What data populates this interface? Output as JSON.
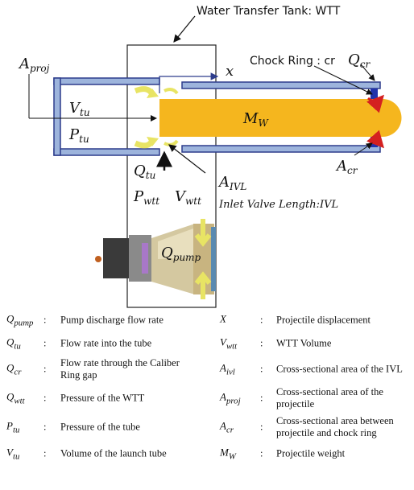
{
  "diagram": {
    "title": "Water Transfer Tank: WTT",
    "chock_ring_label": "Chock Ring : cr",
    "inlet_valve_label": "Inlet Valve Length:IVL",
    "x_label": "x",
    "symbols": {
      "A_proj": {
        "base": "A",
        "sub": "proj"
      },
      "V_tu": {
        "base": "V",
        "sub": "tu"
      },
      "P_tu": {
        "base": "P",
        "sub": "tu"
      },
      "Q_tu": {
        "base": "Q",
        "sub": "tu"
      },
      "A_IVL": {
        "base": "A",
        "sub": "IVL"
      },
      "P_wtt": {
        "base": "P",
        "sub": "wtt"
      },
      "V_wtt": {
        "base": "V",
        "sub": "wtt"
      },
      "Q_pump": {
        "base": "Q",
        "sub": "pump"
      },
      "M_W": {
        "base": "M",
        "sub": "W"
      },
      "Q_cr": {
        "base": "Q",
        "sub": "cr"
      },
      "A_cr": {
        "base": "A",
        "sub": "cr"
      }
    },
    "colors": {
      "tube_fill": "#9db4dc",
      "tube_stroke": "#2d3c8c",
      "projectile": "#f5b61e",
      "flow_arrow": "#e8e464",
      "ring_red": "#d42020",
      "ring_blue": "#2233aa"
    }
  },
  "legend": [
    {
      "l_sym": "Q",
      "l_sub": "pump",
      "l_desc": "Pump discharge flow rate",
      "r_sym": "X",
      "r_sub": "",
      "r_desc": "Projectile displacement"
    },
    {
      "l_sym": "Q",
      "l_sub": "tu",
      "l_desc": "Flow rate into the tube",
      "r_sym": "V",
      "r_sub": "wtt",
      "r_desc": "WTT Volume"
    },
    {
      "l_sym": "Q",
      "l_sub": "cr",
      "l_desc": "Flow rate through the Caliber Ring gap",
      "r_sym": "A",
      "r_sub": "ivl",
      "r_desc": "Cross-sectional area of the IVL"
    },
    {
      "l_sym": "Q",
      "l_sub": "wtt",
      "l_desc": "Pressure of the WTT",
      "r_sym": "A",
      "r_sub": "proj",
      "r_desc": "Cross-sectional area of the projectile"
    },
    {
      "l_sym": "P",
      "l_sub": "tu",
      "l_desc": "Pressure of the tube",
      "r_sym": "A",
      "r_sub": "cr",
      "r_desc": "Cross-sectional area between projectile and chock ring"
    },
    {
      "l_sym": "V",
      "l_sub": "tu",
      "l_desc": "Volume of the launch tube",
      "r_sym": "M",
      "r_sub": "W",
      "r_desc": "Projectile weight"
    }
  ],
  "colon": ":"
}
